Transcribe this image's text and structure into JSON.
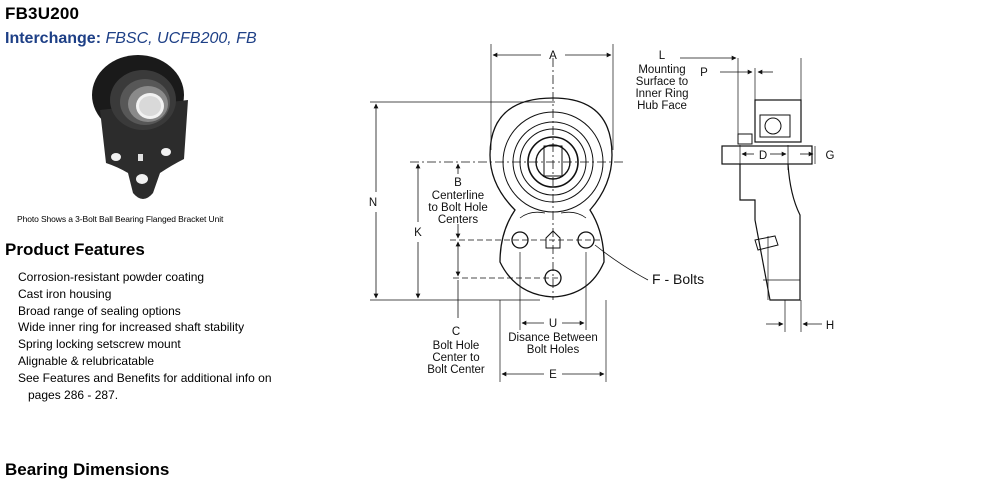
{
  "title": "FB3U200",
  "interchange": {
    "label": "Interchange:",
    "value": " FBSC, UCFB200, FB"
  },
  "photo_caption": "Photo Shows a 3-Bolt Ball Bearing Flanged Bracket Unit",
  "product_features": {
    "heading": "Product Features",
    "items": [
      "Corrosion-resistant powder coating",
      "Cast iron housing",
      "Broad range of sealing options",
      "Wide inner ring for increased shaft stability",
      "Spring locking setscrew mount",
      "Alignable & relubricatable",
      "See Features and Benefits for additional info on",
      "pages 286 - 287."
    ]
  },
  "drawing": {
    "A": "A",
    "B": "B",
    "B_desc": [
      "Centerline",
      "to Bolt Hole",
      "Centers"
    ],
    "N": "N",
    "K": "K",
    "C": "C",
    "C_desc": [
      "Bolt Hole",
      "Center to",
      "Bolt Center"
    ],
    "U": "U",
    "U_desc": [
      "Disance Between",
      "Bolt Holes"
    ],
    "E": "E",
    "F": "F - Bolts",
    "L": "L",
    "L_desc": [
      "Mounting",
      "Surface to",
      "Inner Ring",
      "Hub Face"
    ],
    "P": "P",
    "D": "D",
    "G": "G",
    "H": "H"
  },
  "bearing_dimensions": {
    "heading": "Bearing Dimensions"
  },
  "colors": {
    "interchange": "#1d3f86",
    "photo_body": "#2a2a2a"
  }
}
